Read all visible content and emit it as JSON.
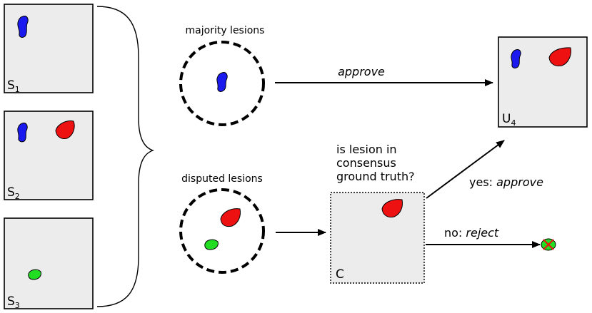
{
  "sources": [
    {
      "base": "S",
      "sub": "1"
    },
    {
      "base": "S",
      "sub": "2"
    },
    {
      "base": "S",
      "sub": "3"
    }
  ],
  "majority": {
    "title": "majority lesions"
  },
  "disputed": {
    "title": "disputed lesions"
  },
  "consensus": {
    "question": [
      "is lesion in",
      "consensus",
      "ground truth?"
    ],
    "box_label": "C"
  },
  "output": {
    "base": "U",
    "sub": "4"
  },
  "edges": {
    "approve": "approve",
    "yes_prefix": "yes: ",
    "yes_action": "approve",
    "no_prefix": "no: ",
    "no_action": "reject"
  },
  "colors": {
    "blue_lesion": "#1a1aee",
    "red_lesion": "#ee1111",
    "green_lesion": "#22dd22",
    "panel_fill": "#ececec"
  }
}
